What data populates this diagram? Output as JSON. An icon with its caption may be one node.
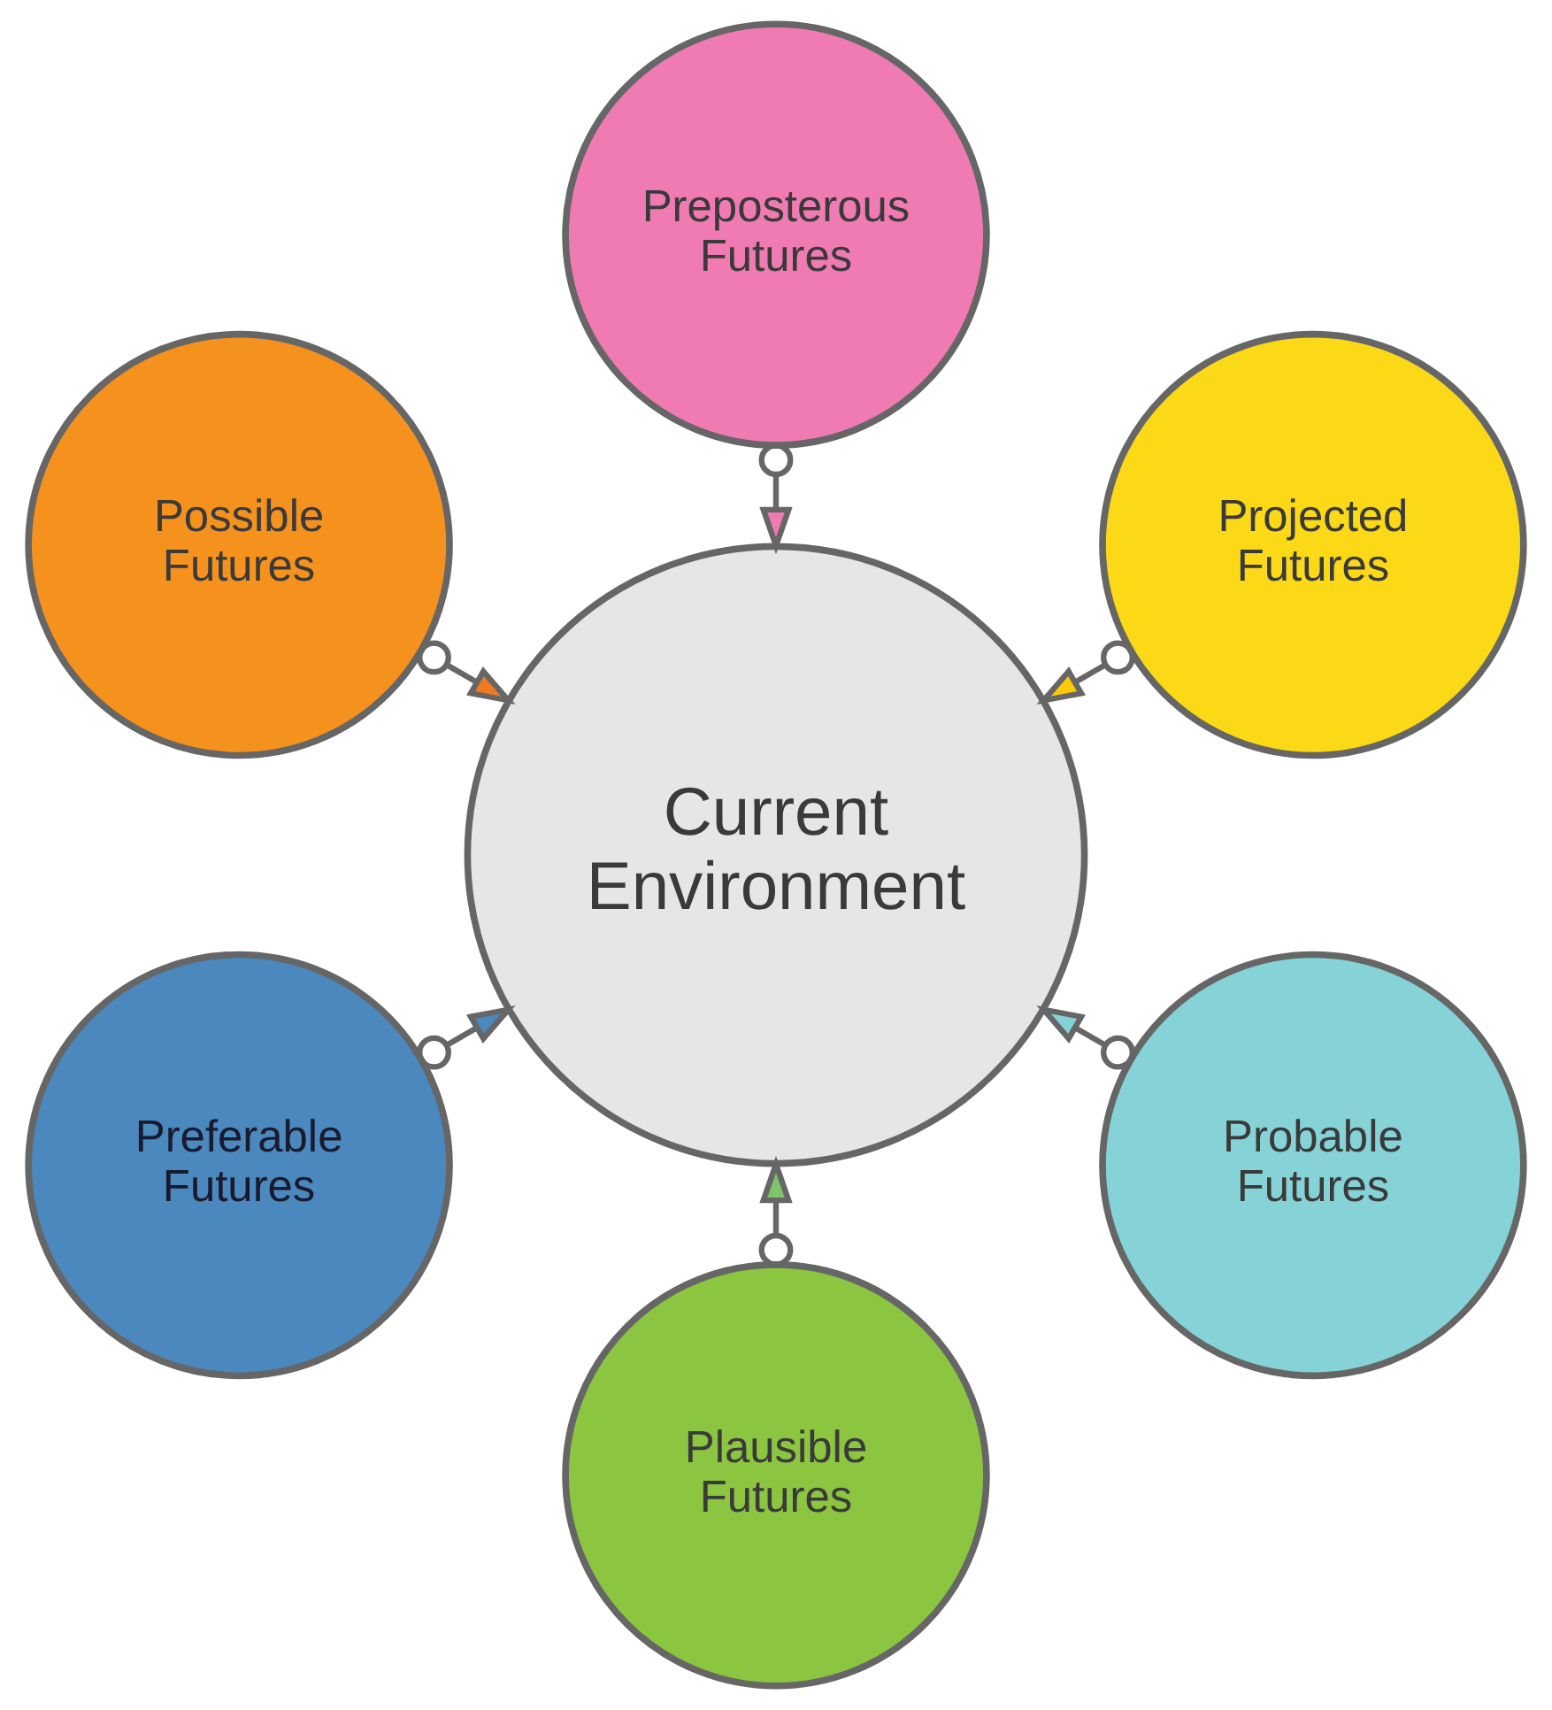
{
  "diagram": {
    "nodes": [
      {
        "text": [
          "Projected Futures"
        ]
      },
      {
        "text": [
          "Preposterous Futures"
        ]
      },
      {
        "text": [
          "Possible Futures"
        ]
      },
      {
        "text": [
          "Current Environment"
        ]
      },
      {
        "text": [
          "Preferable Futures"
        ]
      },
      {
        "text": [
          "Plausible Futures"
        ]
      },
      {
        "text": [
          "Probable Futures"
        ]
      }
    ],
    "edges": [
      {
        "from": 0,
        "to": 3,
        "arrow": "to"
      },
      {
        "from": 2,
        "to": 3,
        "arrow": "to"
      },
      {
        "from": 5,
        "to": 3,
        "arrow": "to"
      },
      {
        "from": 6,
        "to": 3,
        "arrow": "to"
      },
      {
        "from": 4,
        "to": 3,
        "arrow": "to"
      },
      {
        "from": 1,
        "to": 3,
        "arrow": "to"
      }
    ]
  }
}
